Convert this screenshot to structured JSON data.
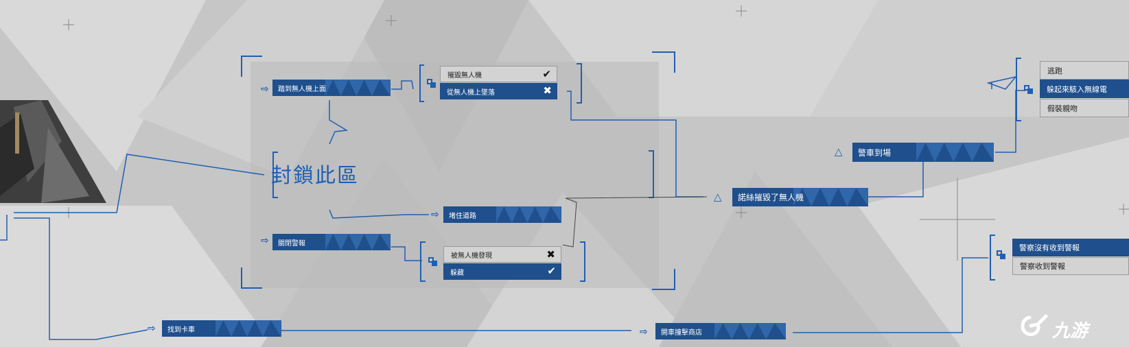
{
  "area_title": "封鎖此區",
  "nodes": {
    "drone_top": "踏到無人機上面",
    "block_road": "堵住道路",
    "alarm_off": "關閉警報",
    "find_truck": "找到卡車",
    "drive_truck": "開車撞擊商店",
    "north_destroy": "諾絲摧毀了無人機",
    "police_arrive": "警車到場"
  },
  "choices": {
    "destroy_drone": "摧毀無人機",
    "fall_drone": "從無人機上墜落",
    "found_by_drone": "被無人機發現",
    "hide": "躲藏",
    "flee": "逃跑",
    "hide_radio": "躲起來駭入無線電",
    "fake_kiss": "假裝親吻",
    "police_no_report": "警察沒有收到警報",
    "police_report": "警察收到警報"
  },
  "marks": {
    "check": "✔",
    "cross": "✖"
  },
  "watermark": "九游",
  "colors": {
    "node_blue": "#1f4f8c",
    "accent_blue": "#1f5fb0",
    "background": "#c9c9c9",
    "choice_grey": "#d3d3d3"
  },
  "icons": {
    "next": "arrow-right-icon",
    "branch": "stack-icon",
    "event": "triangle-icon"
  }
}
